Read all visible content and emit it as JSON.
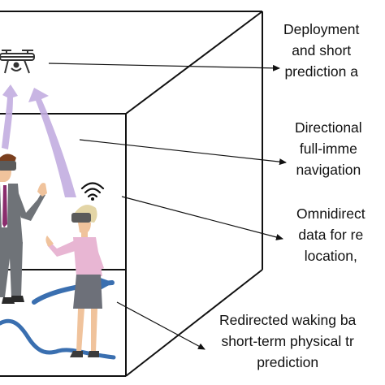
{
  "labels": {
    "deployment": [
      "Deployment",
      "and short",
      "prediction a"
    ],
    "directional": [
      "Directional",
      "full-imme",
      "navigation"
    ],
    "omni": [
      "Omnidirect",
      "data for re",
      "location,"
    ],
    "redirected": [
      "Redirected waking ba",
      "short-term physical tr",
      "prediction"
    ]
  },
  "colors": {
    "room_outline": "#111111",
    "signal_beam": "#c3aee0",
    "walking_path": "#3a6fb0",
    "skin": "#f0c39c",
    "gray_suit": "#6f7378",
    "pink_blouse": "#e8b6d3",
    "gray_skirt": "#6d7079",
    "vr_headset": "#5b5b5b"
  },
  "icons": [
    "drone-icon",
    "wifi-icon",
    "vr-headset-icon"
  ]
}
